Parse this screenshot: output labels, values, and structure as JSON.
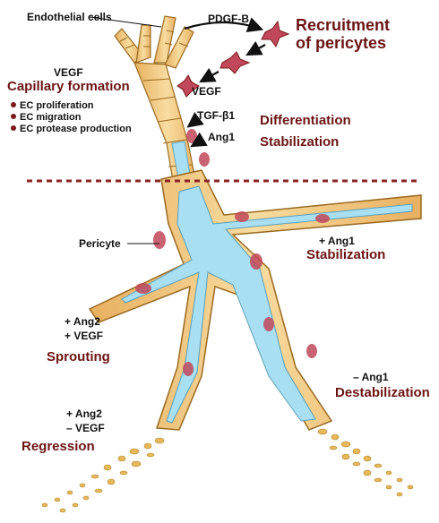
{
  "labels": {
    "endothelial_cells": "Endothelial cells",
    "pdgf_b": "PDGF-B",
    "recruitment_line1": "Recruitment",
    "recruitment_line2": "of pericytes",
    "vegf_top": "VEGF",
    "capillary_formation": "Capillary formation",
    "ec_items": [
      "EC proliferation",
      "EC migration",
      "EC protease production"
    ],
    "vegf_arrow": "VEGF",
    "tgf_b1": "TGF-β1",
    "differentiation": "Differentiation",
    "ang1": "Ang1",
    "stabilization": "Stabilization",
    "pericyte": "Pericyte",
    "plus_ang1": "+ Ang1",
    "stabilization_2": "Stabilization",
    "plus_ang2_a": "+ Ang2",
    "plus_vegf": "+ VEGF",
    "sprouting": "Sprouting",
    "minus_ang1": "– Ang1",
    "destabilization": "Destabilization",
    "plus_ang2_b": "+ Ang2",
    "minus_vegf": "– VEGF",
    "regression": "Regression"
  },
  "colors": {
    "accent": "#6b1414",
    "vessel_wall": "#f3cf8a",
    "vessel_outline": "#b07a2a",
    "lumen": "#a9dff2",
    "pericyte": "#c0485a",
    "divider": "#8b2323"
  }
}
